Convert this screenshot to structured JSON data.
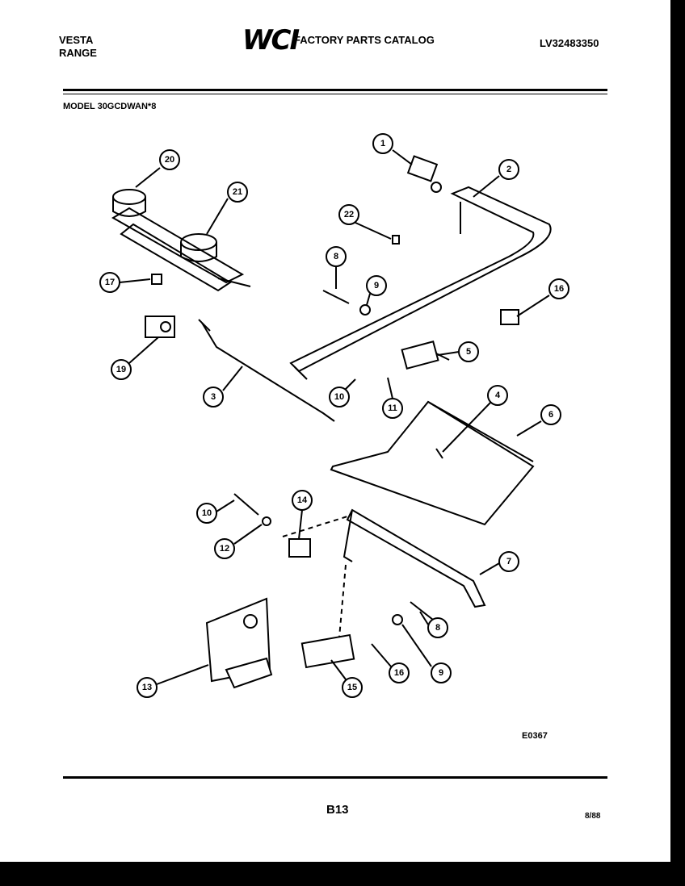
{
  "header": {
    "brand_line1": "VESTA",
    "brand_line2": "RANGE",
    "logo": "WCI",
    "catalog_title": "FACTORY PARTS CATALOG",
    "catalog_number": "LV32483350",
    "model": "MODEL 30GCDWAN*8"
  },
  "diagram": {
    "drawing_code": "E0367",
    "callouts": [
      "1",
      "2",
      "20",
      "21",
      "22",
      "8",
      "9",
      "17",
      "16",
      "19",
      "3",
      "10",
      "11",
      "5",
      "4",
      "6",
      "14",
      "10",
      "12",
      "7",
      "8",
      "9",
      "13",
      "15",
      "16"
    ]
  },
  "footer": {
    "page": "B13",
    "date": "8/88"
  }
}
